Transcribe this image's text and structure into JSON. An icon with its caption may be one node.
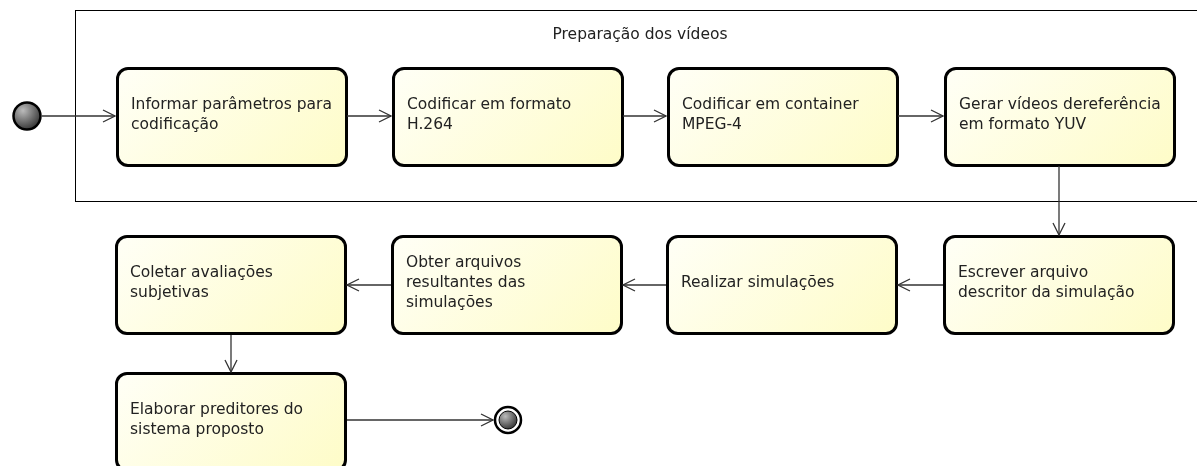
{
  "diagram": {
    "nodes": [
      {
        "text": [],
        "shape": "circle"
      },
      {
        "text": [
          "Preparação dos vídeos"
        ]
      },
      {
        "text": [
          "Informar parâmetros para codificação"
        ],
        "in": 1
      },
      {
        "text": [
          "Codificar em formato H.264"
        ],
        "in": 1
      },
      {
        "text": [
          "Codificar em container MPEG-4"
        ],
        "in": 1
      },
      {
        "text": [
          "Gerar vídeos dereferência em formato YUV"
        ],
        "in": 1
      },
      {
        "text": [
          "Escrever arquivo descritor da simulação"
        ]
      },
      {
        "text": [
          "Realizar simulações"
        ]
      },
      {
        "text": [
          "Obter arquivos resultantes das simulações"
        ]
      },
      {
        "text": [
          "Coletar avaliações subjetivas"
        ]
      },
      {
        "text": [
          "Elaborar preditores do sistema proposto"
        ]
      },
      {
        "text": [],
        "shape": "circle"
      }
    ],
    "edges": [
      {
        "from": 0,
        "to": 2,
        "arrow": "to"
      },
      {
        "from": 2,
        "to": 3,
        "arrow": "to"
      },
      {
        "from": 3,
        "to": 4,
        "arrow": "to"
      },
      {
        "from": 4,
        "to": 5,
        "arrow": "to"
      },
      {
        "from": 5,
        "to": 6,
        "arrow": "to"
      },
      {
        "from": 6,
        "to": 7,
        "arrow": "to"
      },
      {
        "from": 7,
        "to": 8,
        "arrow": "to"
      },
      {
        "from": 8,
        "to": 9,
        "arrow": "to"
      },
      {
        "from": 9,
        "to": 10,
        "arrow": "to"
      },
      {
        "from": 10,
        "to": 11,
        "arrow": "to"
      }
    ]
  }
}
